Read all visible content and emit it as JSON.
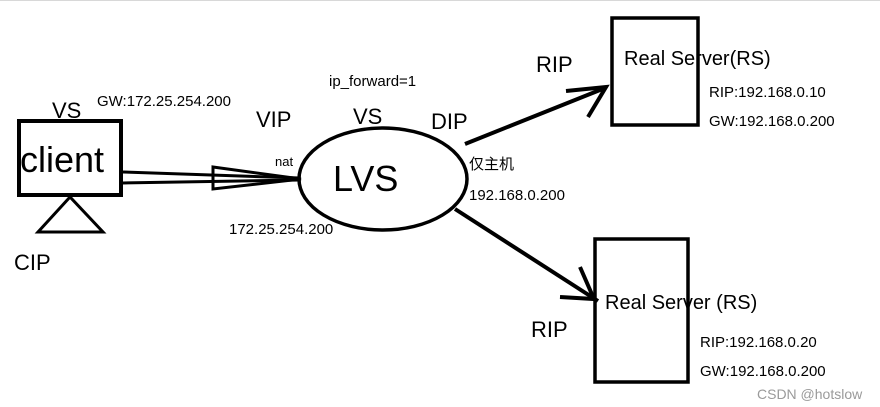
{
  "diagram": {
    "client": {
      "label": "client",
      "vs_label": "VS",
      "cip_label": "CIP",
      "gw": "GW:172.25.254.200"
    },
    "lvs": {
      "label": "LVS",
      "vs_label": "VS",
      "vip_label": "VIP",
      "dip_label": "DIP",
      "ip_forward": "ip_forward=1",
      "nat": "nat",
      "vip_ip": "172.25.254.200",
      "host_only": "仅主机",
      "dip_ip": "192.168.0.200"
    },
    "rs1": {
      "title": "Real Server(RS)",
      "rip_label": "RIP",
      "rip": "RIP:192.168.0.10",
      "gw": "GW:192.168.0.200"
    },
    "rs2": {
      "title": "Real Server (RS)",
      "rip_label": "RIP",
      "rip": "RIP:192.168.0.20",
      "gw": "GW:192.168.0.200"
    },
    "watermark": "CSDN @hotslow"
  }
}
